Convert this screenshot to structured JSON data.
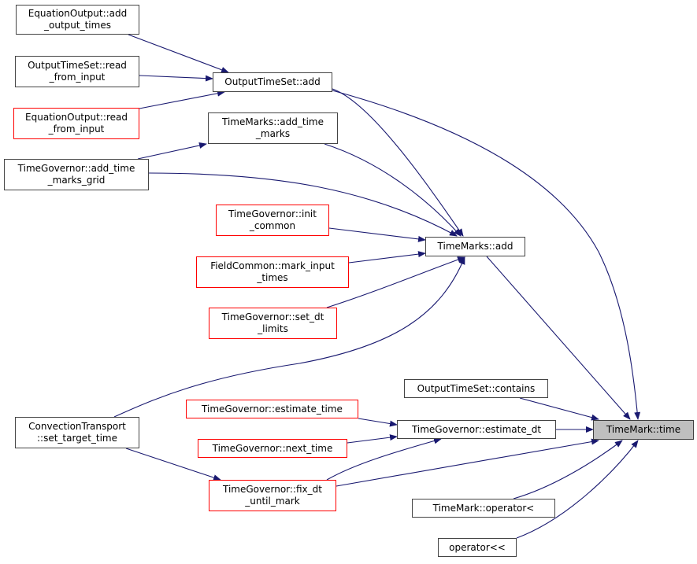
{
  "colors": {
    "edge": "#191970",
    "normal_border": "#444444",
    "incomplete_border": "#ff0000",
    "current_fill": "#bfbfbf"
  },
  "nodes": {
    "eo_add": {
      "lines": [
        "EquationOutput::add",
        "_output_times"
      ],
      "style": "normal"
    },
    "ots_read": {
      "lines": [
        "OutputTimeSet::read",
        "_from_input"
      ],
      "style": "normal"
    },
    "eo_read": {
      "lines": [
        "EquationOutput::read",
        "_from_input"
      ],
      "style": "red"
    },
    "ots_add": {
      "lines": [
        "OutputTimeSet::add"
      ],
      "style": "normal"
    },
    "tm_add_time": {
      "lines": [
        "TimeMarks::add_time",
        "_marks"
      ],
      "style": "normal"
    },
    "tg_add_grid": {
      "lines": [
        "TimeGovernor::add_time",
        "_marks_grid"
      ],
      "style": "normal"
    },
    "tg_init": {
      "lines": [
        "TimeGovernor::init",
        "_common"
      ],
      "style": "red"
    },
    "fc_mark": {
      "lines": [
        "FieldCommon::mark_input",
        "_times"
      ],
      "style": "red"
    },
    "tg_set_dt": {
      "lines": [
        "TimeGovernor::set_dt",
        "_limits"
      ],
      "style": "red"
    },
    "tm_add": {
      "lines": [
        "TimeMarks::add"
      ],
      "style": "normal"
    },
    "ct": {
      "lines": [
        "ConvectionTransport",
        "::set_target_time"
      ],
      "style": "normal"
    },
    "ots_contains": {
      "lines": [
        "OutputTimeSet::contains"
      ],
      "style": "normal"
    },
    "tg_est_time": {
      "lines": [
        "TimeGovernor::estimate_time"
      ],
      "style": "red"
    },
    "tg_est_dt": {
      "lines": [
        "TimeGovernor::estimate_dt"
      ],
      "style": "normal"
    },
    "tg_next": {
      "lines": [
        "TimeGovernor::next_time"
      ],
      "style": "red"
    },
    "tg_fix": {
      "lines": [
        "TimeGovernor::fix_dt",
        "_until_mark"
      ],
      "style": "red"
    },
    "tm_op": {
      "lines": [
        "TimeMark::operator<"
      ],
      "style": "normal"
    },
    "op": {
      "lines": [
        "operator<<"
      ],
      "style": "normal"
    },
    "tm_time": {
      "lines": [
        "TimeMark::time"
      ],
      "style": "current"
    }
  },
  "edges": [
    [
      "eo_add",
      "ots_add"
    ],
    [
      "ots_read",
      "ots_add"
    ],
    [
      "eo_read",
      "ots_add"
    ],
    [
      "tg_add_grid",
      "tm_add_time"
    ],
    [
      "ots_add",
      "tm_add"
    ],
    [
      "ots_add",
      "tm_time"
    ],
    [
      "tm_add_time",
      "tm_add"
    ],
    [
      "tg_add_grid",
      "tm_add"
    ],
    [
      "tg_init",
      "tm_add"
    ],
    [
      "fc_mark",
      "tm_add"
    ],
    [
      "tg_set_dt",
      "tm_add"
    ],
    [
      "ct",
      "tm_add"
    ],
    [
      "tm_add",
      "tm_time"
    ],
    [
      "ots_contains",
      "tm_time"
    ],
    [
      "tg_est_time",
      "tg_est_dt"
    ],
    [
      "tg_next",
      "tg_est_dt"
    ],
    [
      "tg_fix",
      "tg_est_dt"
    ],
    [
      "tg_est_dt",
      "tm_time"
    ],
    [
      "tg_fix",
      "tm_time"
    ],
    [
      "ct",
      "tg_fix"
    ],
    [
      "tm_op",
      "tm_time"
    ],
    [
      "op",
      "tm_time"
    ]
  ]
}
